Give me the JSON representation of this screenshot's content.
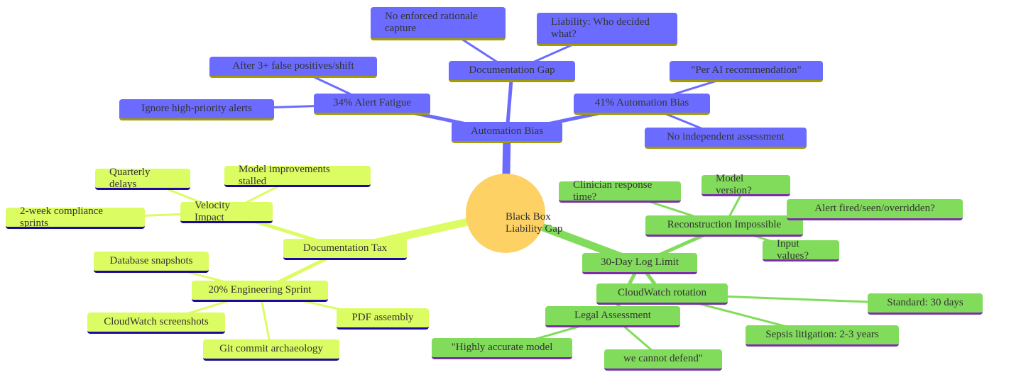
{
  "root": {
    "label_line1": "Black Box",
    "label_line2": "Liability Gap"
  },
  "colors": {
    "root": "#fdd164",
    "branch_automation": "#6b6bff",
    "branch_documentation": "#dcfc63",
    "branch_logs": "#82dc5c"
  },
  "branches": {
    "automation_bias": {
      "label": "Automation Bias",
      "documentation_gap": {
        "label": "Documentation Gap",
        "children": [
          "No enforced rationale capture",
          "Liability: Who decided what?"
        ]
      },
      "alert_fatigue": {
        "label": "34% Alert Fatigue",
        "children": [
          "After 3+ false positives/shift",
          "Ignore high-priority alerts"
        ]
      },
      "automation_bias_pct": {
        "label": "41% Automation Bias",
        "children": [
          "\"Per AI recommendation\"",
          "No independent assessment"
        ]
      }
    },
    "documentation_tax": {
      "label": "Documentation Tax",
      "velocity_impact": {
        "label": "Velocity Impact",
        "children": [
          "Quarterly delays",
          "Model improvements stalled",
          "2-week compliance sprints"
        ]
      },
      "engineering_sprint": {
        "label": "20% Engineering Sprint",
        "children": [
          "Database snapshots",
          "CloudWatch screenshots",
          "Git commit archaeology",
          "PDF assembly"
        ]
      }
    },
    "log_limit": {
      "label": "30-Day Log Limit",
      "reconstruction": {
        "label": "Reconstruction Impossible",
        "children": [
          "Clinician response time?",
          "Model version?",
          "Alert fired/seen/overridden?",
          "Input values?"
        ]
      },
      "legal_assessment": {
        "label": "Legal Assessment",
        "children": [
          "\"Highly accurate model",
          "we cannot defend\""
        ]
      },
      "cloudwatch_rotation": {
        "label": "CloudWatch rotation",
        "children": [
          "Standard: 30 days",
          "Sepsis litigation: 2-3 years"
        ]
      }
    }
  }
}
